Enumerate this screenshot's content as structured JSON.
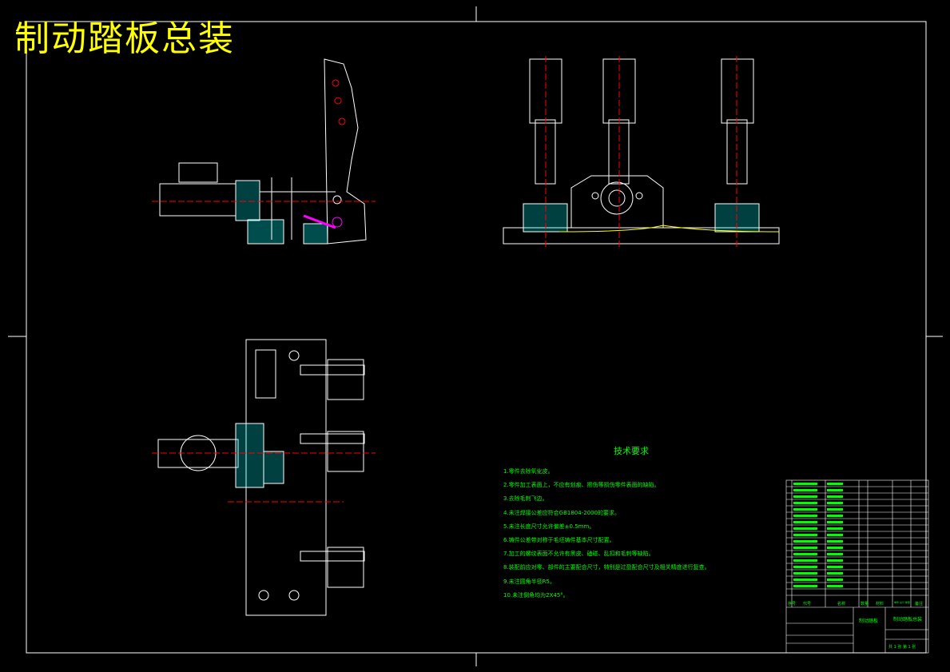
{
  "drawing": {
    "title": "制动踏板总装",
    "tech_requirements": {
      "heading": "技术要求",
      "items": [
        "1.零件去除氧化皮。",
        "2.零件加工表面上，不应有划痕、擦伤等损伤零件表面的缺陷。",
        "3.去除毛刺飞边。",
        "4.未注焊接公差应符合GB1804-2000的要求。",
        "5.未注长度尺寸允许偏差±0.5mm。",
        "6.铸件公差带对称于毛坯铸件基本尺寸配置。",
        "7.加工的螺纹表面不允许有黑皮、磕碰、乱扣和毛刺等缺陷。",
        "8.装配前应对零、部件的主要配合尺寸，特别是过盈配合尺寸及相关精度进行复查。",
        "9.未注圆角半径R5。",
        "10.未注倒角均为2X45°。"
      ]
    },
    "title_block": {
      "name_cell": "制动踏板",
      "drawing_no": "制动踏板总装",
      "sheet": "共 1 张  第 1 张",
      "column_headers": [
        "序号",
        "代号",
        "名称",
        "数量",
        "材料",
        "单件 总计 重量",
        "备注"
      ]
    }
  },
  "colors": {
    "background": "#000000",
    "outline": "#ffffff",
    "section": "#00ffff",
    "centerline": "#ff0000",
    "highlight": "#ff00ff",
    "text": "#00ff00",
    "title": "#ffff00"
  }
}
